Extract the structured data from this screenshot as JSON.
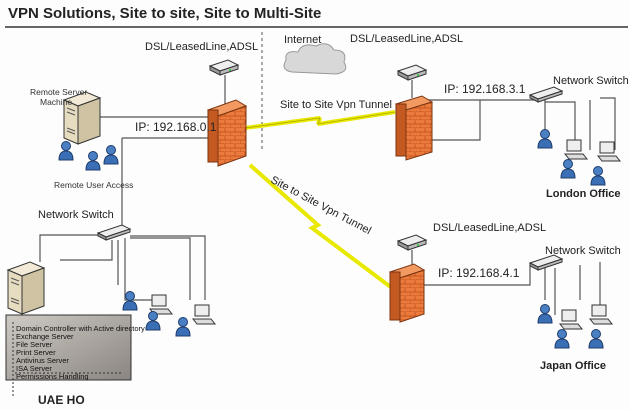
{
  "title": "VPN Solutions, Site to site, Site to Multi-Site",
  "labels": {
    "modem_ho": "DSL/LeasedLine,ADSL",
    "internet": "Internet",
    "modem_london": "DSL/LeasedLine,ADSL",
    "modem_japan": "DSL/LeasedLine,ADSL",
    "ip_ho": "IP: 192.168.0.1",
    "ip_london": "IP: 192.168.3.1",
    "ip_japan": "IP: 192.168.4.1",
    "tunnel_london": "Site to Site Vpn Tunnel",
    "tunnel_japan": "Site to Site Vpn Tunnel",
    "switch_london": "Network Switch",
    "switch_japan": "Network Switch",
    "switch_ho": "Network Switch",
    "remote_server_line1": "Remote Server",
    "remote_server_line2": "Machine",
    "remote_user_access": "Remote User Access",
    "london_office": "London Office",
    "japan_office": "Japan Office",
    "uae_ho": "UAE HO"
  },
  "server_roles": [
    "Domain Controller with Active directory",
    "Exchange Server",
    "File Server",
    "Print Server",
    "Antivirus Server",
    "ISA Server",
    "Permissions Handling"
  ],
  "colors": {
    "firewall": "#e8763a",
    "tunnel": "#e8e800",
    "user": "#3b6fb5",
    "server": "#e8dcc0"
  }
}
